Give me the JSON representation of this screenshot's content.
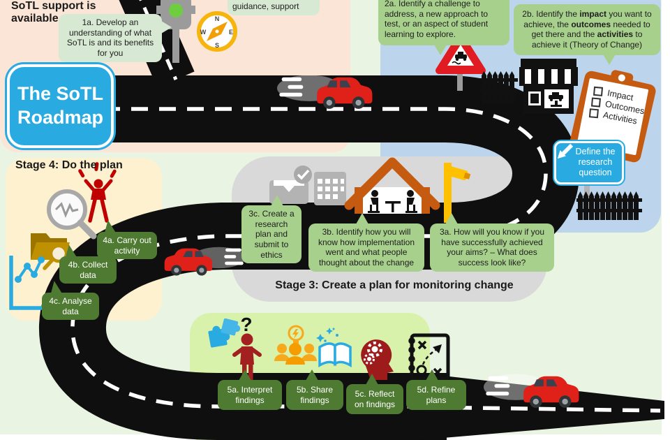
{
  "colors": {
    "road": "#0f0f0f",
    "title_blue": "#29abe2",
    "orange": "#c55a11",
    "bubble_green": "#a8d08d",
    "bubble_dark_green": "#4e7a31",
    "bubble_pale": "#d8e9d3",
    "panel_pink": "#fbe5d6",
    "panel_blue": "#bdd5ec",
    "panel_cream": "#fdf1cf",
    "panel_gray": "#d9d9d9",
    "panel_green": "#d8f2ab",
    "icon_yellow": "#ffc000",
    "icon_red": "#c00000",
    "icon_blue": "#29abe2"
  },
  "top": {
    "support_note": "SoTL support is available",
    "bubble_1a": "1a. Develop an understanding of what SoTL is and its benefits for you",
    "bubble_guidance": "guidance, support",
    "bubble_2a": "2a. Identify a challenge to address, a new approach to test, or an aspect of student learning to explore.",
    "bubble_2b": {
      "p1": "2b. Identify the ",
      "b1": "impact",
      "p2": " you want to achieve, the ",
      "b2": "outcomes",
      "p3": " needed to get there and the ",
      "b3": "activities",
      "p4": " to achieve it (Theory of Change)"
    },
    "title": "The SoTL Roadmap",
    "clipboard_items": [
      "Impact",
      "Outcomes",
      "Activities"
    ],
    "define_box": "Define the research question"
  },
  "compass": {
    "n": "N",
    "e": "E",
    "s": "S",
    "w": "W"
  },
  "stage4": {
    "title": "Stage 4: Do the plan",
    "bubble_4a": "4a. Carry out activity",
    "bubble_4b": "4b. Collect data",
    "bubble_4c": "4c. Analyse data"
  },
  "stage3": {
    "title": "Stage 3: Create a plan for monitoring change",
    "bubble_3c": "3c. Create a research plan and submit to ethics",
    "bubble_3b": "3b. Identify how you will know how implementation went and what people thought about the change",
    "bubble_3a": "3a. How will you know if you have successfully achieved your aims? – What does success look like?"
  },
  "stage5": {
    "bubble_5a": "5a. Interpret findings",
    "bubble_5b": "5b. Share findings",
    "bubble_5c": "5c. Reflect on findings",
    "bubble_5d": "5d. Refine plans",
    "question_mark": "?"
  }
}
